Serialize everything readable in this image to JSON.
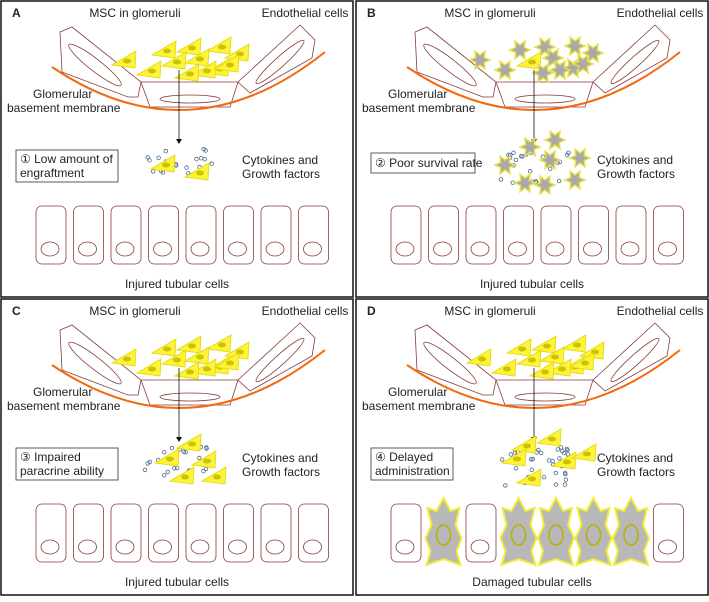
{
  "panels": [
    {
      "letter": "A",
      "msc_label": "MSC in glomeruli",
      "endo_label": "Endothelial cells",
      "gbm_label_1": "Glomerular",
      "gbm_label_2": "basement membrane",
      "issue_line1": "① Low amount of",
      "issue_line2": "engraftment",
      "cyto_line1": "Cytokines and",
      "cyto_line2": "Growth factors",
      "tubular_label": "Injured tubular cells",
      "msc_state": "healthy",
      "tubular_cells": [
        "normal",
        "normal",
        "normal",
        "normal",
        "normal",
        "normal",
        "normal",
        "normal"
      ]
    },
    {
      "letter": "B",
      "msc_label": "MSC in glomeruli",
      "endo_label": "Endothelial cells",
      "gbm_label_1": "Glomerular",
      "gbm_label_2": "basement membrane",
      "issue_line1": "② Poor survival rate",
      "issue_line2": "",
      "cyto_line1": "Cytokines and",
      "cyto_line2": "Growth factors",
      "tubular_label": "Injured tubular cells",
      "msc_state": "dying",
      "tubular_cells": [
        "normal",
        "normal",
        "normal",
        "normal",
        "normal",
        "normal",
        "normal",
        "normal"
      ]
    },
    {
      "letter": "C",
      "msc_label": "MSC in glomeruli",
      "endo_label": "Endothelial cells",
      "gbm_label_1": "Glomerular",
      "gbm_label_2": "basement membrane",
      "issue_line1": "③ Impaired",
      "issue_line2": "paracrine ability",
      "cyto_line1": "Cytokines and",
      "cyto_line2": "Growth factors",
      "tubular_label": "Injured tubular cells",
      "msc_state": "healthy",
      "tubular_cells": [
        "normal",
        "normal",
        "normal",
        "normal",
        "normal",
        "normal",
        "normal",
        "normal"
      ]
    },
    {
      "letter": "D",
      "msc_label": "MSC in glomeruli",
      "endo_label": "Endothelial cells",
      "gbm_label_1": "Glomerular",
      "gbm_label_2": "basement membrane",
      "issue_line1": "④ Delayed",
      "issue_line2": "administration",
      "cyto_line1": "Cytokines and",
      "cyto_line2": "Growth factors",
      "tubular_label": "Damaged tubular cells",
      "msc_state": "healthy",
      "tubular_cells": [
        "normal",
        "damaged",
        "normal",
        "damaged",
        "damaged",
        "damaged",
        "damaged",
        "normal"
      ]
    }
  ],
  "colors": {
    "membrane": "#f26a0f",
    "cell_outline": "#8b3a3a",
    "msc_fill": "#fff23c",
    "msc_nucleus": "#c9c400",
    "dead_fill": "#a9a9a9",
    "damaged_fill": "#b8b8b8",
    "cytokine": "#4a6a8a"
  }
}
